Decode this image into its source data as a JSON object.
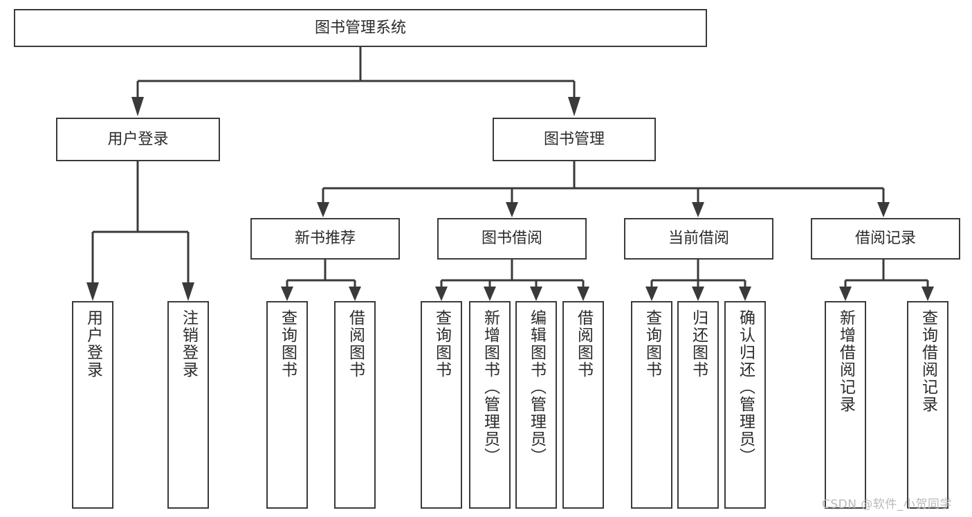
{
  "diagram": {
    "type": "tree",
    "title": "图书管理系统",
    "root": {
      "label": "图书管理系统"
    },
    "level1": [
      {
        "label": "用户登录"
      },
      {
        "label": "图书管理"
      }
    ],
    "level2": [
      {
        "label": "新书推荐"
      },
      {
        "label": "图书借阅"
      },
      {
        "label": "当前借阅"
      },
      {
        "label": "借阅记录"
      }
    ],
    "leaves": {
      "user_login": [
        {
          "label": "用户登录"
        },
        {
          "label": "注销登录"
        }
      ],
      "new_book_recommend": [
        {
          "label": "查询图书"
        },
        {
          "label": "借阅图书"
        }
      ],
      "book_borrow": [
        {
          "label": "查询图书"
        },
        {
          "label": "新增图书（管理员）"
        },
        {
          "label": "编辑图书（管理员）"
        },
        {
          "label": "借阅图书"
        }
      ],
      "current_borrow": [
        {
          "label": "查询图书"
        },
        {
          "label": "归还图书"
        },
        {
          "label": "确认归还（管理员）"
        }
      ],
      "borrow_record": [
        {
          "label": "新增借阅记录"
        },
        {
          "label": "查询借阅记录"
        }
      ]
    }
  },
  "watermark": {
    "text": "CSDN @软件_小贺同学"
  },
  "colors": {
    "stroke": "#3a3a3a",
    "fill": "#ffffff",
    "text": "#2b2b2b",
    "watermark": "#b9b9b9"
  }
}
